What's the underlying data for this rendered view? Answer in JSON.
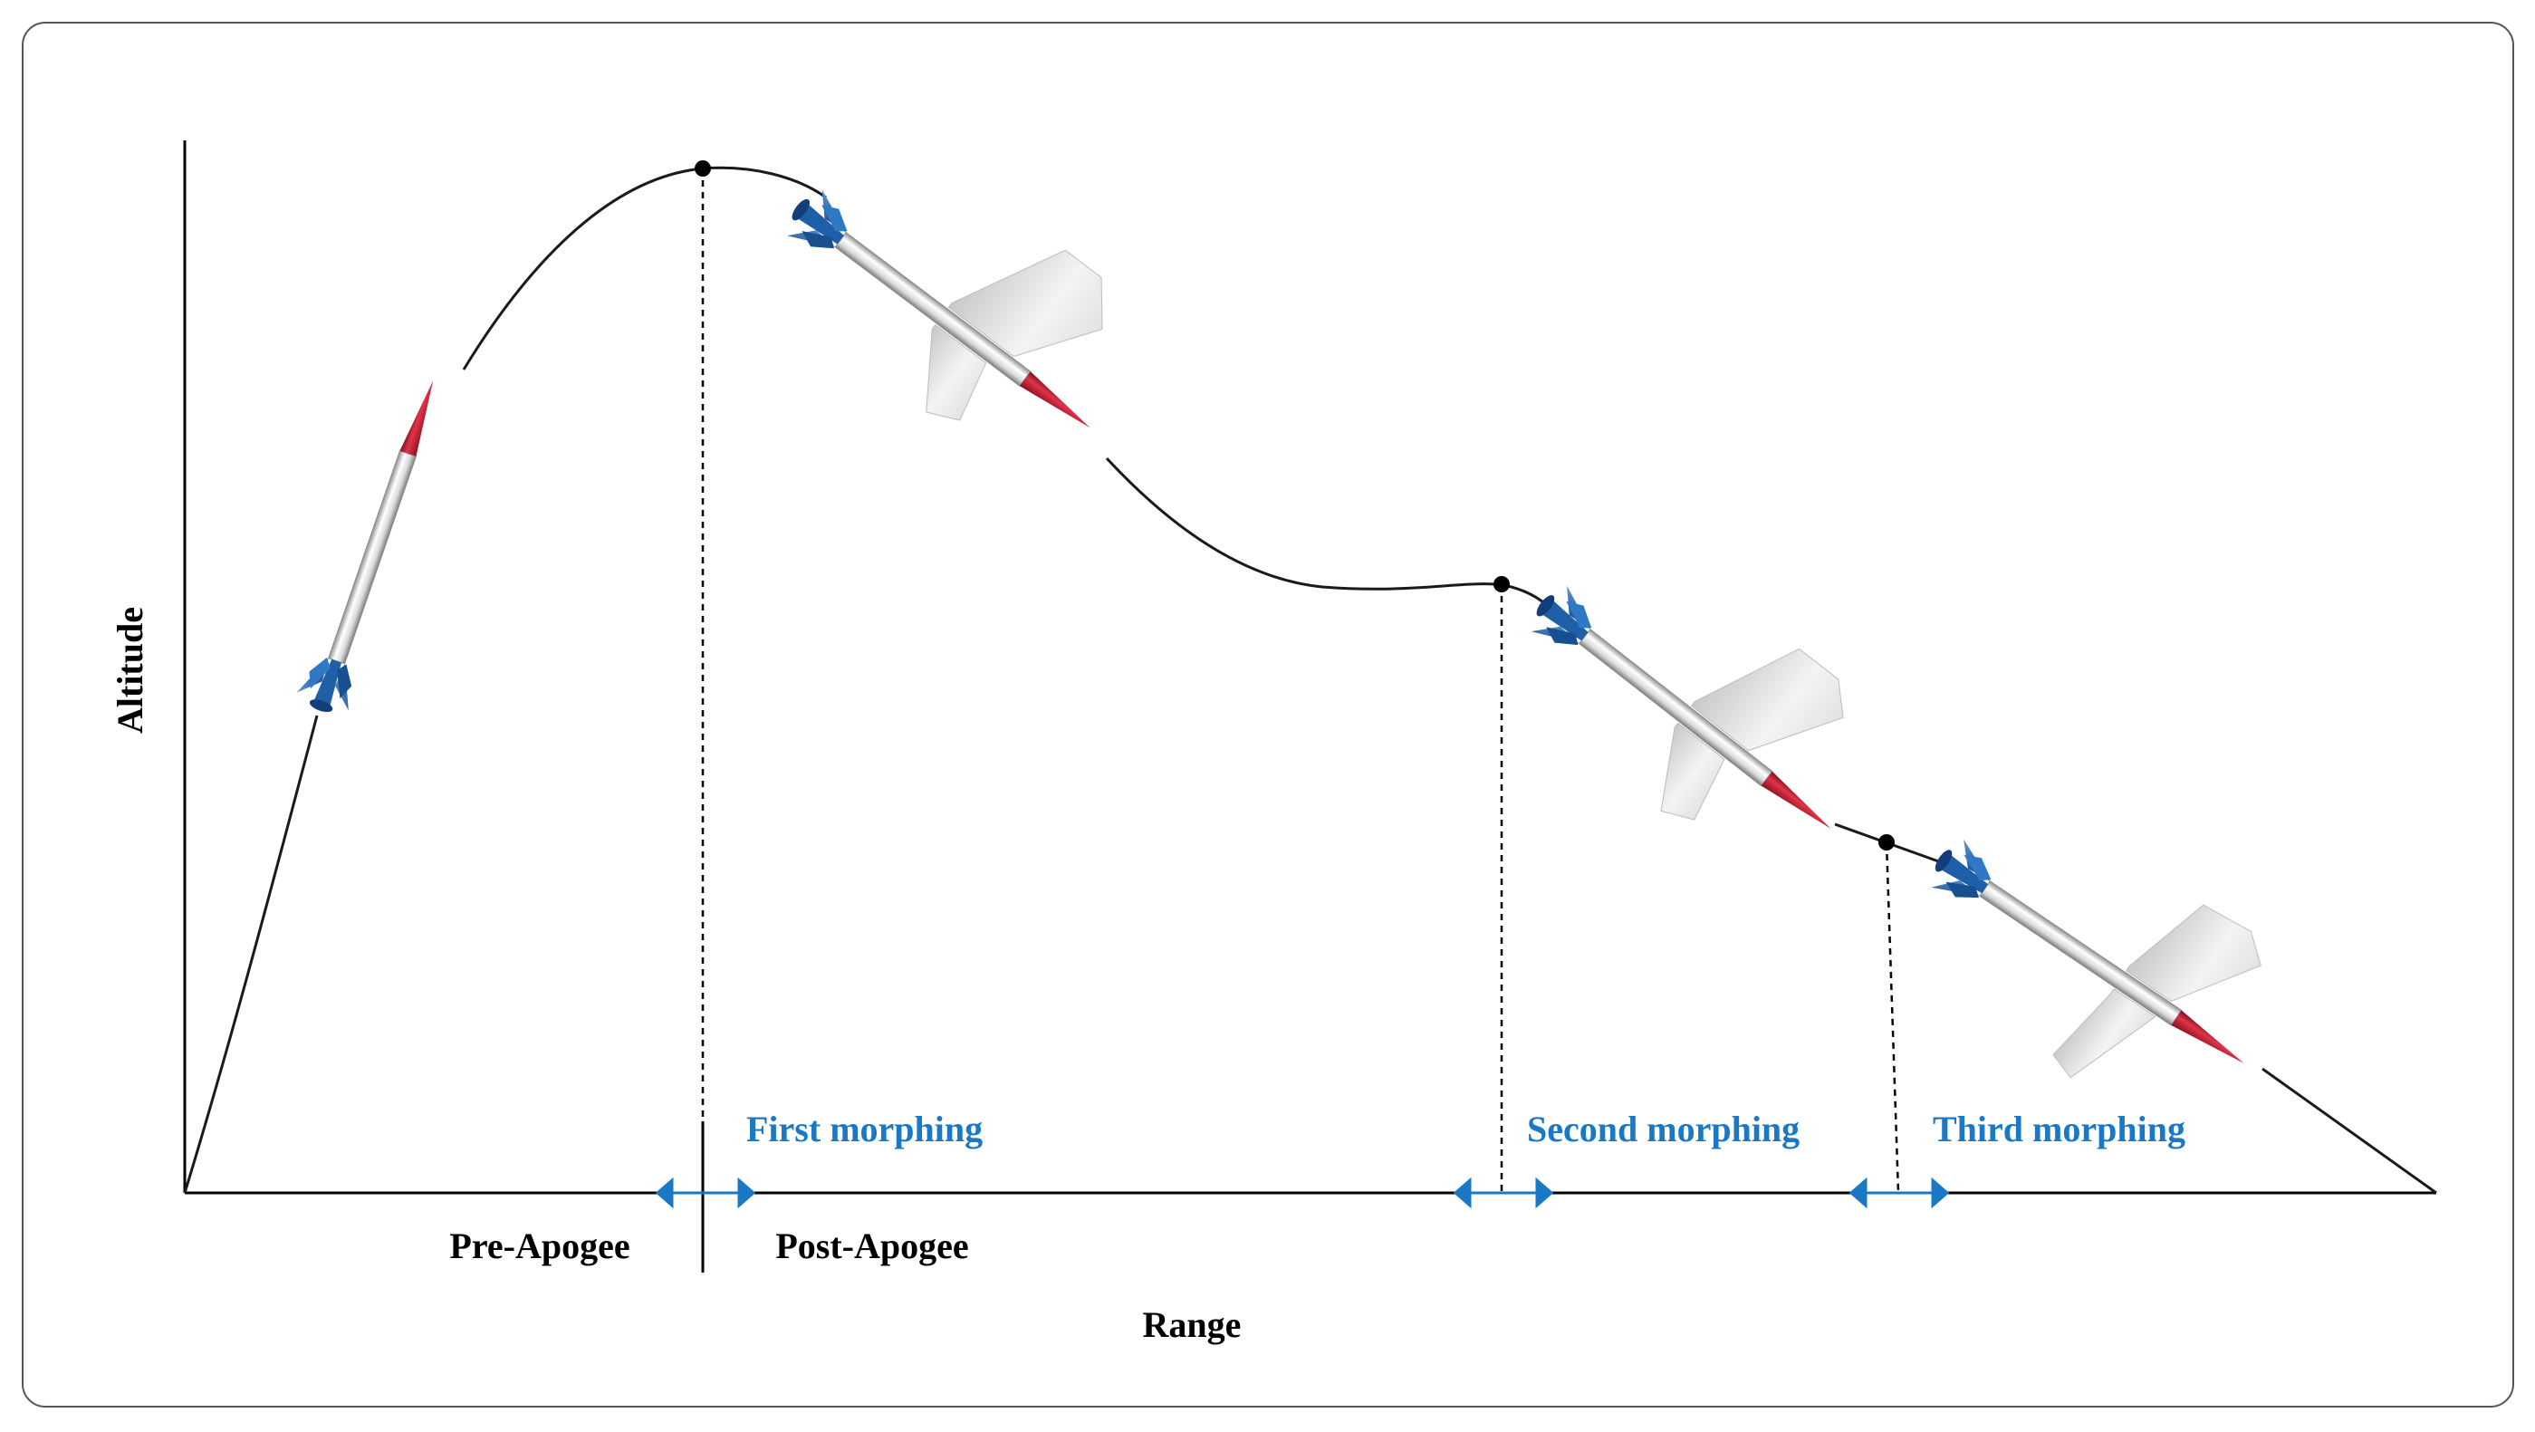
{
  "axes": {
    "xlabel": "Range",
    "ylabel": "Altitude"
  },
  "phases": {
    "pre_apogee": "Pre-Apogee",
    "post_apogee": "Post-Apogee"
  },
  "morphing": {
    "first": "First morphing",
    "second": "Second morphing",
    "third": "Third morphing"
  },
  "icons": [
    "rocket-icon",
    "winged-missile-icon",
    "double-arrow-icon",
    "event-point-marker"
  ],
  "colors": {
    "morphing_text": "#1b78c4",
    "arrow": "#1b78c4",
    "rocket_fin": "#1f5fa8",
    "rocket_nose": "#c0182b",
    "trajectory": "#1a1a1a"
  }
}
